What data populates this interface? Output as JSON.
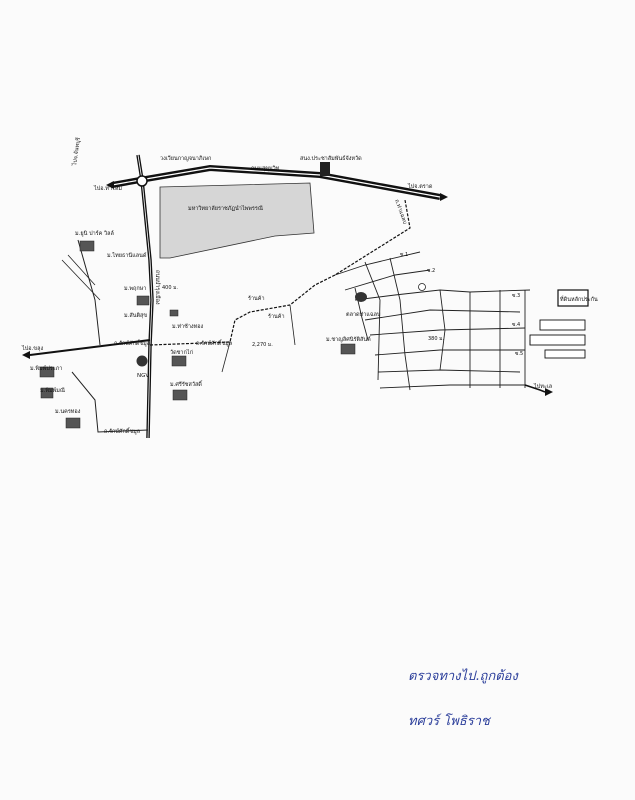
{
  "map": {
    "university": "มหาวิทยาลัยราชภัฏนำไพพรรณี",
    "dept_office": "สนง.ประชาสัมพันธ์จังหวัด",
    "highway_label": "ถนนสุขุมวิท",
    "to_rayong": "ไปอ.ท่าใหม่",
    "to_trat": "ไปจ.ตราด",
    "circle": "วงเวียนกาญจนาภิเษก",
    "to_chanthaburi": "ไปจ.จันทบุรี",
    "road_vertical": "ถนนบำรุงเมือง",
    "road_right_label": "ถ.ท่าแฉลบ",
    "village_1": "ม.ยูนิ ปาร์ค วิลล์",
    "village_2": "ม.ไทยธานีแลนด์",
    "village_3": "ม.พฤกษา",
    "village_4": "ม.สันติสุข",
    "village_5": "ม.ท่าช้างทอง",
    "village_6": "ม.พิมพ์ประภา",
    "village_7": "ม.พิมพ์มณี",
    "village_8": "ม.นครทอง",
    "village_9": "ม.ศรีรัชสวัสดิ์",
    "road_bottom": "ถ.รักษ์ศักดิ์ชมูล",
    "road_mid": "ถ.รักษ์ศักดิ์ชมูล",
    "to_left": "ไปอ.ขลุง",
    "ngv": "NGV",
    "temple": "วัดชากไก่",
    "dist_1": "400 ม.",
    "dist_2": "2,270 ม.",
    "dist_3": "380 ม.",
    "shop_1": "ร้านค้า",
    "shop_2": "ร้านค้า",
    "school": "ตลาดท่าแฉลบ",
    "village_10": "ม.ชาญลิศนิรัติสันต์",
    "road_side_1": "ซ.1",
    "road_side_2": "ซ.2",
    "road_side_3": "ซ.3",
    "road_side_4": "ซ.4",
    "road_side_5": "ซ.5",
    "target": "ที่ดินหลักประกัน",
    "to_sea": "ไปทะเล",
    "inspection": "ตรวจทางไป.ถูกต้อง",
    "signature": "ทศวร์ โพธิราช"
  }
}
